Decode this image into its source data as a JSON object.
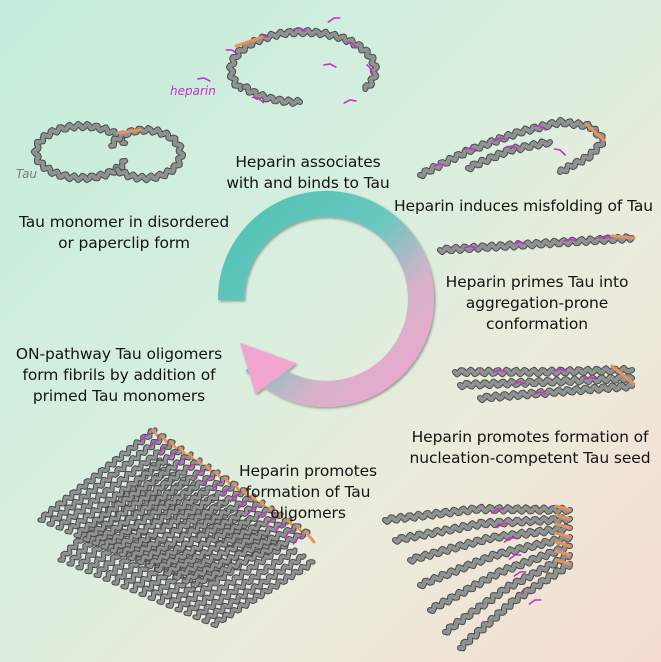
{
  "tags": {
    "heparin": "heparin",
    "tau": "Tau"
  },
  "steps": {
    "monomer": "Tau monomer in disordered\nor paperclip form",
    "binds": "Heparin associates\nwith and binds to Tau",
    "misfold": "Heparin induces misfolding of Tau",
    "primes": "Heparin primes Tau into\naggregation-prone\nconformation",
    "seed": "Heparin promotes formation of\nnucleation-competent Tau seed",
    "oligomers": "Heparin promotes\nformation of Tau\noligomers",
    "fibrils": "ON-pathway Tau oligomers\nform fibrils by addition of\nprimed Tau monomers"
  },
  "colors": {
    "tau_strand": "#8e9290",
    "tau_outline": "#4a4d4c",
    "heparin": "#c433c8",
    "primed_region": "#e8925a",
    "cycle_start": "#4fc2b4",
    "cycle_end": "#f0a6cf"
  }
}
